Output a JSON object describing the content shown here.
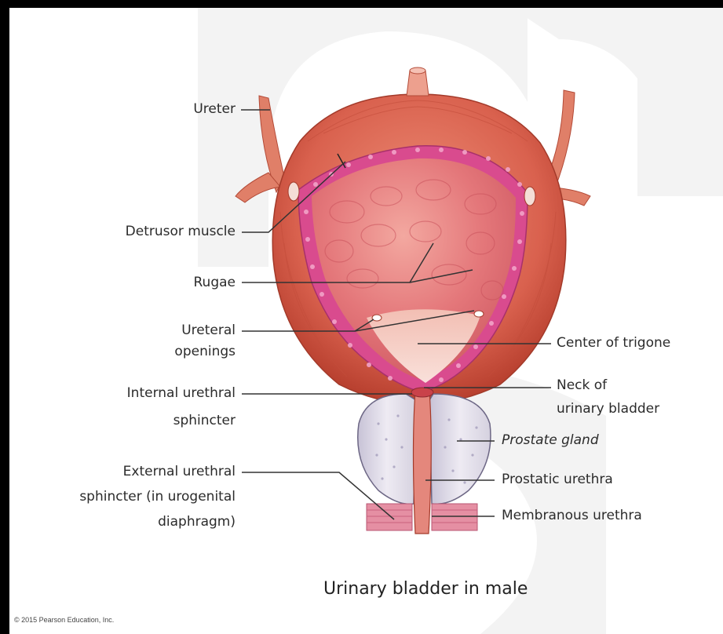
{
  "labels": {
    "ureter": "Ureter",
    "detrusor": "Detrusor muscle",
    "rugae": "Rugae",
    "ureteral_openings_1": "Ureteral",
    "ureteral_openings_2": "openings",
    "internal_sphincter_1": "Internal urethral",
    "internal_sphincter_2": "sphincter",
    "external_sphincter_1": "External urethral",
    "external_sphincter_2": "sphincter (in urogenital",
    "external_sphincter_3": "diaphragm)",
    "trigone": "Center of trigone",
    "neck_1": "Neck of",
    "neck_2": "urinary bladder",
    "prostate": "Prostate gland",
    "prostatic_urethra": "Prostatic urethra",
    "membranous_urethra": "Membranous urethra"
  },
  "caption": "Urinary bladder in male",
  "copyright": "© 2015 Pearson Education, Inc.",
  "colors": {
    "muscle": "#d9614e",
    "muscle_dark": "#b8402f",
    "mucosa": "#e8787a",
    "wall_band": "#d94b8e",
    "prostate": "#e9e6f0",
    "trigone": "#f7d9d2"
  }
}
